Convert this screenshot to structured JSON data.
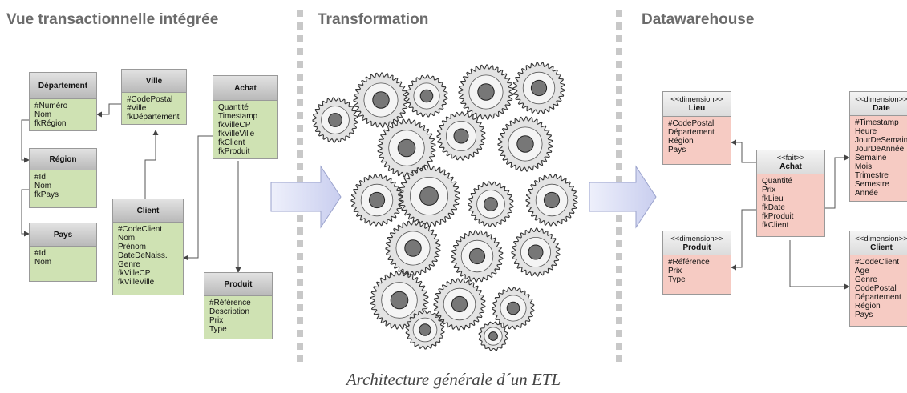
{
  "sections": {
    "left_title": "Vue transactionnelle intégrée",
    "middle_title": "Transformation",
    "right_title": "Datawarehouse"
  },
  "source_tables": {
    "departement": {
      "name": "Département",
      "fields": [
        "#Numéro",
        "Nom",
        "fkRégion"
      ]
    },
    "ville": {
      "name": "Ville",
      "fields": [
        "#CodePostal",
        "#Ville",
        "fkDépartement"
      ]
    },
    "achat": {
      "name": "Achat",
      "fields": [
        "Quantité",
        "Timestamp",
        "fkVilleCP",
        "fkVilleVille",
        "fkClient",
        "fkProduit"
      ]
    },
    "region": {
      "name": "Région",
      "fields": [
        "#Id",
        "Nom",
        "fkPays"
      ]
    },
    "pays": {
      "name": "Pays",
      "fields": [
        "#Id",
        "Nom"
      ]
    },
    "client": {
      "name": "Client",
      "fields": [
        "#CodeClient",
        "Nom",
        "Prénom",
        "DateDeNaiss.",
        "Genre",
        "fkVilleCP",
        "fkVilleVille"
      ]
    },
    "produit": {
      "name": "Produit",
      "fields": [
        "#Référence",
        "Description",
        "Prix",
        "Type"
      ]
    }
  },
  "dw_tables": {
    "lieu": {
      "stereotype": "<<dimension>>",
      "name": "Lieu",
      "fields": [
        "#CodePostal",
        "Département",
        "Région",
        "Pays"
      ]
    },
    "achat": {
      "stereotype": "<<fait>>",
      "name": "Achat",
      "fields": [
        "Quantité",
        "Prix",
        "fkLieu",
        "fkDate",
        "fkProduit",
        "fkClient"
      ]
    },
    "date": {
      "stereotype": "<<dimension>>",
      "name": "Date",
      "fields": [
        "#Timestamp",
        "Heure",
        "JourDeSemaine",
        "JourDeAnnée",
        "Semaine",
        "Mois",
        "Trimestre",
        "Semestre",
        "Année"
      ]
    },
    "produit": {
      "stereotype": "<<dimension>>",
      "name": "Produit",
      "fields": [
        "#Référence",
        "Prix",
        "Type"
      ]
    },
    "client": {
      "stereotype": "<<dimension>>",
      "name": "Client",
      "fields": [
        "#CodeClient",
        "Age",
        "Genre",
        "CodePostal",
        "Département",
        "Région",
        "Pays"
      ]
    }
  },
  "caption": "Architecture générale d´un ETL"
}
